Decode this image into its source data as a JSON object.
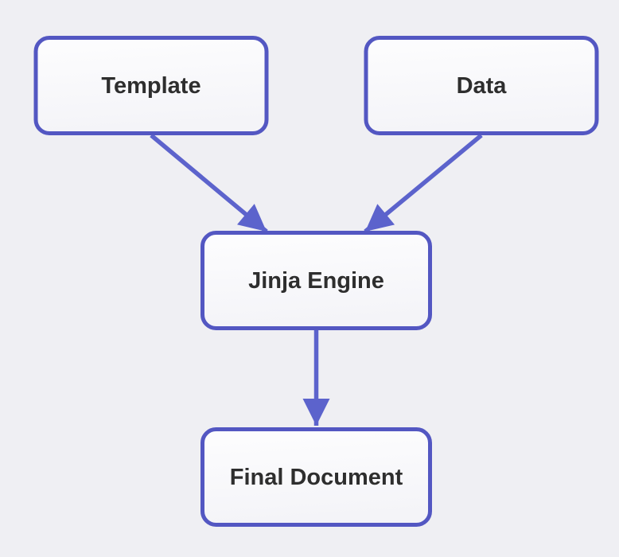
{
  "diagram": {
    "type": "flowchart",
    "direction": "top-down",
    "nodes": [
      {
        "id": "template",
        "label": "Template"
      },
      {
        "id": "data",
        "label": "Data"
      },
      {
        "id": "jinja-engine",
        "label": "Jinja Engine"
      },
      {
        "id": "final-document",
        "label": "Final Document"
      }
    ],
    "edges": [
      {
        "from": "template",
        "to": "jinja-engine"
      },
      {
        "from": "data",
        "to": "jinja-engine"
      },
      {
        "from": "jinja-engine",
        "to": "final-document"
      }
    ]
  },
  "colors": {
    "background": "#efeff3",
    "node_border": "#5357c2",
    "node_fill_top": "#fdfdfe",
    "node_fill_bottom": "#f4f4f8",
    "edge": "#5c63cc",
    "text": "#2e2e2e"
  }
}
